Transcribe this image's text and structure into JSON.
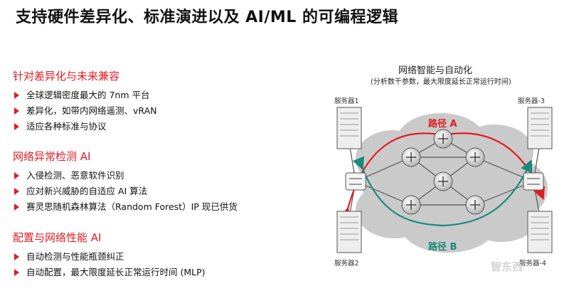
{
  "title": "支持硬件差异化、标准演进以及 AI/ML 的可编程逻辑",
  "sections": [
    {
      "heading": "针对差异化与未来兼容",
      "items": [
        "全球逻辑密度最大的 7nm 平台",
        "差异化，如带内网络遥测、vRAN",
        "适应各种标准与协议"
      ]
    },
    {
      "heading": "网络异常检测 AI",
      "items": [
        "入侵检测、恶意软件识别",
        "应对新兴威胁的自适应 AI 算法",
        "赛灵思随机森林算法（Random Forest）IP  现已供货"
      ]
    },
    {
      "heading": "配置与网络性能 AI",
      "items": [
        "自动检测与性能瓶颈纠正",
        "自动配置，最大限度延长正常运行时间 (MLP)"
      ]
    }
  ],
  "diagram": {
    "title": "网络智能与自动化",
    "subtitle": "(分析数千参数，最大限度延长正常运行时间)",
    "servers": {
      "s1": "服务器1",
      "s2": "服务器2",
      "s3": "服务器-3",
      "s4": "服务器-4"
    },
    "path_a": "路径 A",
    "path_b": "路径 B",
    "colors": {
      "red": "#e21b23",
      "teal": "#1a8a7a",
      "cloud": "#c9c9c9"
    }
  },
  "watermark": "智东西"
}
